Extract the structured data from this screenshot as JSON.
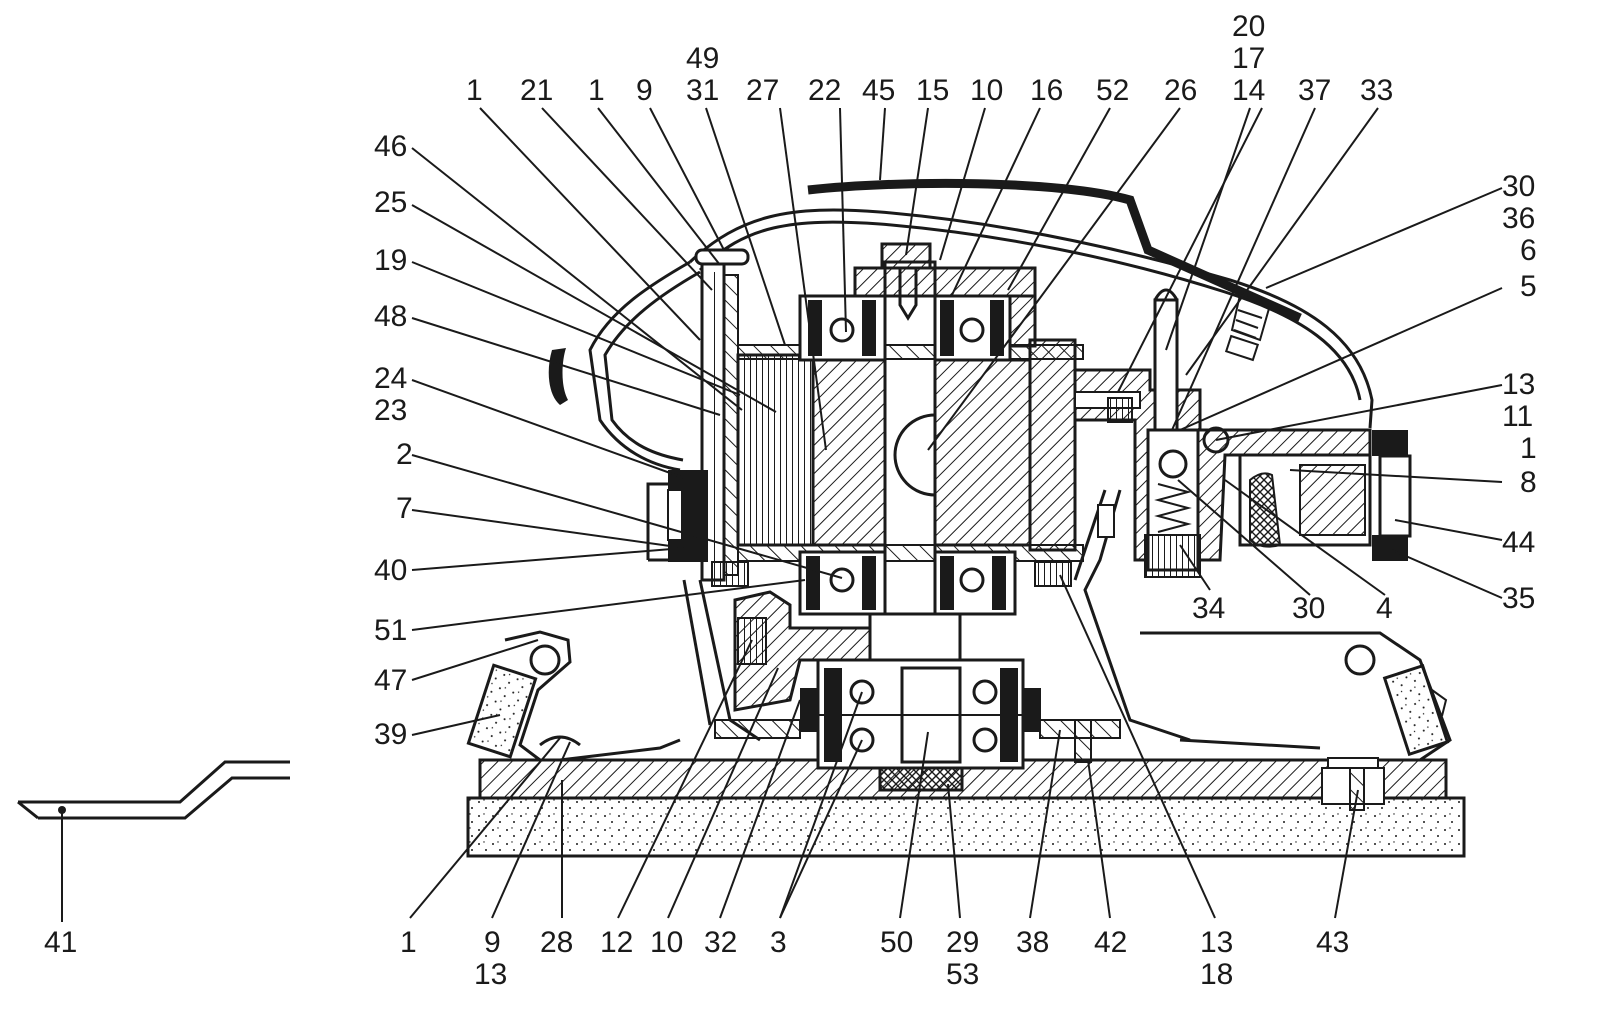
{
  "labels": {
    "l41": "41",
    "t1a": "1",
    "t21": "21",
    "t1b": "1",
    "t9": "9",
    "t49": "49",
    "t31": "31",
    "t27": "27",
    "t22": "22",
    "t45": "45",
    "t15": "15",
    "t10": "10",
    "t16": "16",
    "t52": "52",
    "t26": "26",
    "t20": "20",
    "t17": "17",
    "t14": "14",
    "t37": "37",
    "t33": "33",
    "l46": "46",
    "l25": "25",
    "l19": "19",
    "l48": "48",
    "l24": "24",
    "l23": "23",
    "l2": "2",
    "l7": "7",
    "l40": "40",
    "l51": "51",
    "l47": "47",
    "l39": "39",
    "r30": "30",
    "r36": "36",
    "r6": "6",
    "r5": "5",
    "r13": "13",
    "r11": "11",
    "r1": "1",
    "r8": "8",
    "r44": "44",
    "r35": "35",
    "m34": "34",
    "m30": "30",
    "m4": "4",
    "b1": "1",
    "b9": "9",
    "b13": "13",
    "b28": "28",
    "b12": "12",
    "b10": "10",
    "b32": "32",
    "b3": "3",
    "b50": "50",
    "b29": "29",
    "b53": "53",
    "b38": "38",
    "b42": "42",
    "b13b": "13",
    "b18": "18",
    "b43": "43"
  },
  "colors": {
    "ink": "#1a1a1a",
    "paper": "#ffffff",
    "pad": "#f2f2f2"
  }
}
